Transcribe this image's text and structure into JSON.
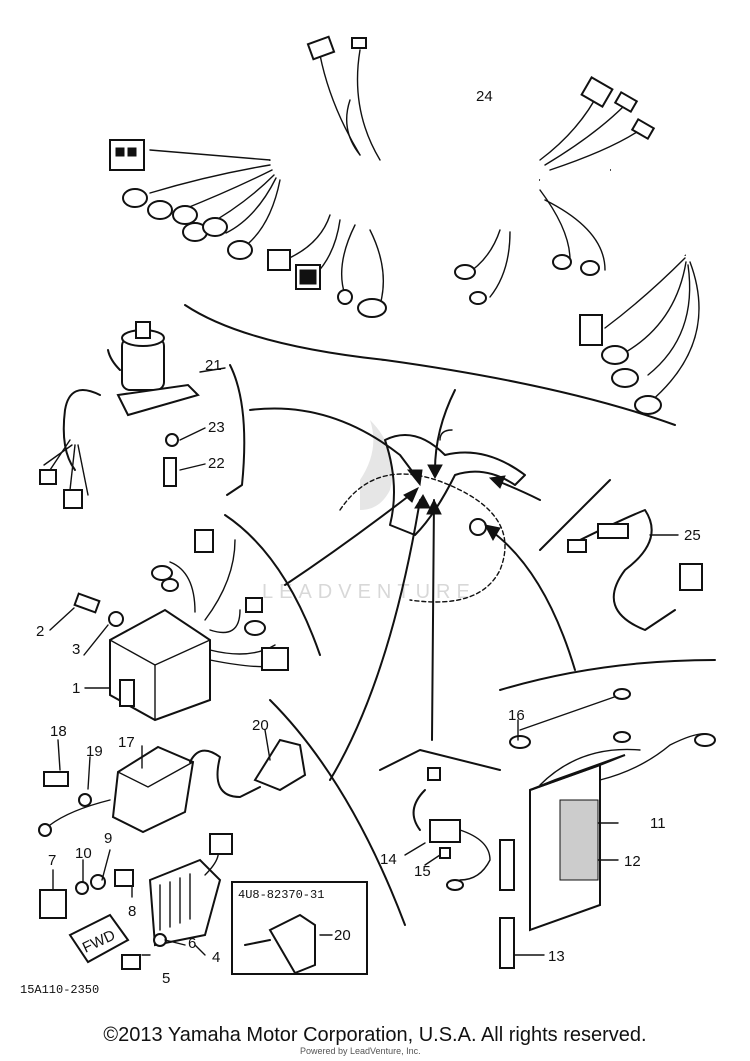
{
  "watermark": "LEADVENTURE",
  "callouts": {
    "n1": "1",
    "n2": "2",
    "n3": "3",
    "n4": "4",
    "n5": "5",
    "n6": "6",
    "n7": "7",
    "n8": "8",
    "n9": "9",
    "n10": "10",
    "n11": "11",
    "n12": "12",
    "n13": "13",
    "n14": "14",
    "n15": "15",
    "n16": "16",
    "n17": "17",
    "n18": "18",
    "n19": "19",
    "n20a": "20",
    "n20b": "20",
    "n21": "21",
    "n22": "22",
    "n23": "23",
    "n24": "24",
    "n25": "25"
  },
  "inset_label": "4U8-82370-31",
  "diagram_code": "15A110-2350",
  "fwd_tag": "FWD",
  "copyright": "©2013 Yamaha Motor Corporation, U.S.A. All rights reserved.",
  "subnote": "Powered by LeadVenture, Inc."
}
